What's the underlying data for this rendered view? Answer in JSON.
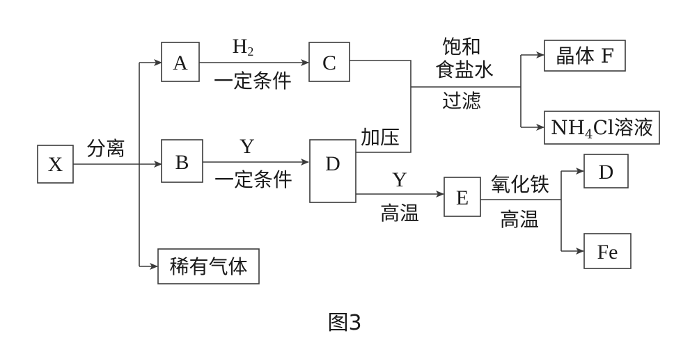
{
  "nodes": {
    "x": "X",
    "a": "A",
    "b": "B",
    "noble_gas": "稀有气体",
    "c": "C",
    "d": "D",
    "crystal_f": "晶体 F",
    "nh4cl_prefix": "NH",
    "nh4cl_sub": "4",
    "nh4cl_suffix": "Cl溶液",
    "e": "E",
    "d_product": "D",
    "fe": "Fe"
  },
  "edges": {
    "separate": "分离",
    "h2_main": "H",
    "h2_sub": "2",
    "cond_ac": "一定条件",
    "y_bd": "Y",
    "cond_bd": "一定条件",
    "pressurize": "加压",
    "saturated_1": "饱和",
    "saturated_2": "食盐水",
    "filter": "过滤",
    "y_de": "Y",
    "high_temp_de": "高温",
    "iron_oxide": "氧化铁",
    "high_temp_e": "高温"
  },
  "caption": "图3"
}
